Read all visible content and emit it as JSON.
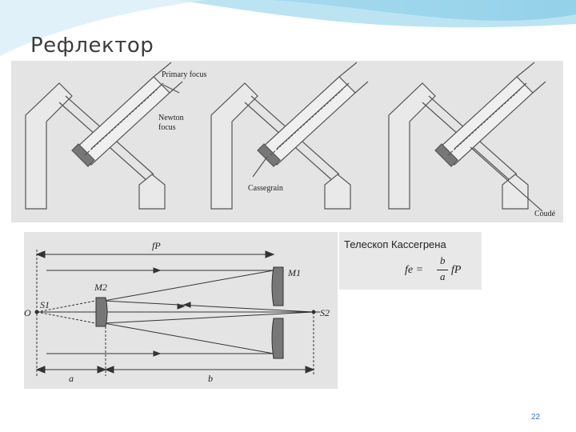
{
  "slide": {
    "title": "Рефлектор",
    "page_number": "22"
  },
  "top_figure": {
    "labels": {
      "primary_focus": "Primary focus",
      "newton_focus_line1": "Newton",
      "newton_focus_line2": "focus",
      "cassegrain": "Cassegrain",
      "coude": "Coudé"
    }
  },
  "bottom_figure": {
    "labels": {
      "fp": "fP",
      "m1": "M1",
      "m2": "M2",
      "s1": "S1",
      "s2": "S2",
      "o": "O",
      "a": "a",
      "b": "b"
    }
  },
  "formula": {
    "title": "Телескоп Кассегрена",
    "lhs": "fe =",
    "numerator": "b",
    "denominator": "a",
    "rhs": "fP"
  },
  "colors": {
    "accent": "#7fc8e6",
    "panel": "#e4e4e4"
  }
}
